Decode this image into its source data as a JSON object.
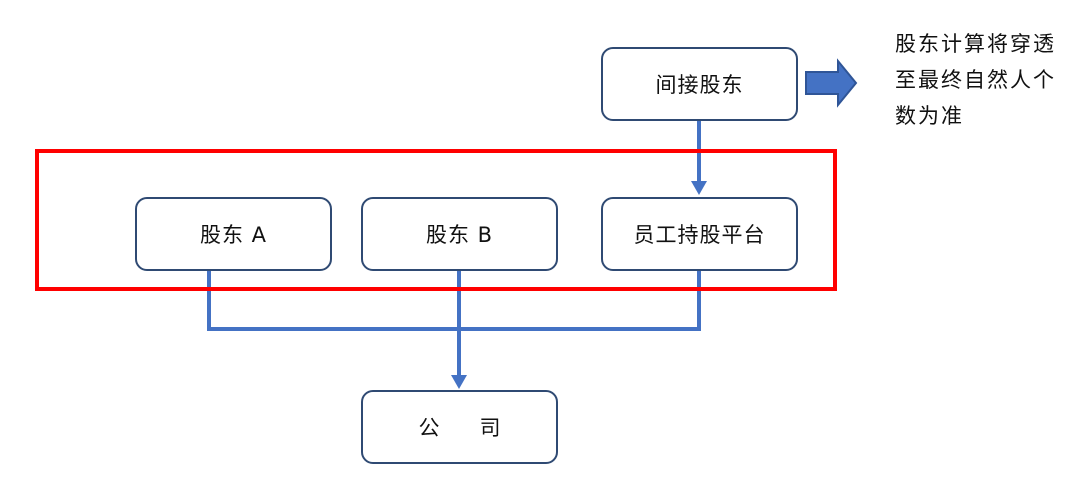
{
  "diagram": {
    "nodes": {
      "indirect_shareholder": "间接股东",
      "shareholder_a": "股东 A",
      "shareholder_b": "股东 B",
      "employee_platform": "员工持股平台",
      "company": "公      司"
    },
    "note": "股东计算将穿透至最终自然人个数为准",
    "colors": {
      "connector": "#4472c4",
      "node_border": "#2f4a73",
      "highlight_frame": "#ff0000",
      "callout_arrow": "#4472c4"
    }
  }
}
